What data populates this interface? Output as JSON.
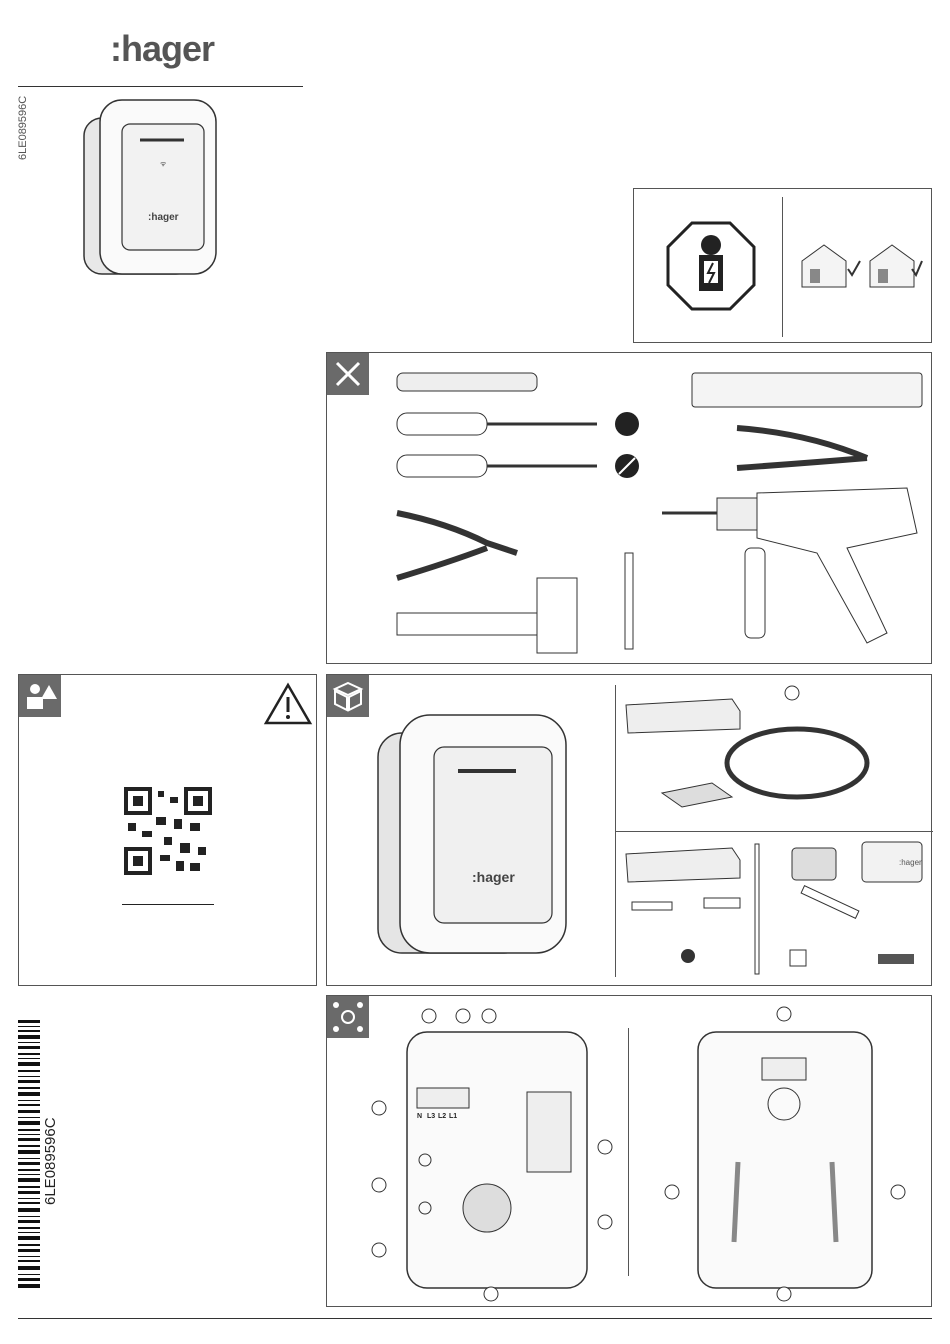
{
  "brand": {
    "logo_text": ":hager",
    "product_logo_text": ":hager"
  },
  "document": {
    "reference": "6LE089596C",
    "barcode_label": "6LE089596C"
  },
  "panels": {
    "installer": {
      "icon": "qualified-electrician-icon",
      "secondary_icon": "indoor-outdoor-houses-icon"
    },
    "tools": {
      "icon": "tools-icon",
      "torx_icon": "torx-bit-icon",
      "slot_icon": "flat-slot-icon"
    },
    "safety": {
      "icon": "read-instructions-warning-icon",
      "warning_icon": "warning-triangle-icon",
      "qr_icon": "qr-code-icon"
    },
    "contents": {
      "icon": "box-contents-icon",
      "card_logo": ":hager"
    },
    "overview": {
      "icon": "connection-overview-icon",
      "terminal_labels": [
        "N",
        "L3",
        "L2",
        "L1"
      ]
    }
  },
  "colors": {
    "badge": "#6a6a6a",
    "line": "#333333",
    "fill_light": "#eeeeee",
    "fill_mid": "#cfcfcf"
  }
}
